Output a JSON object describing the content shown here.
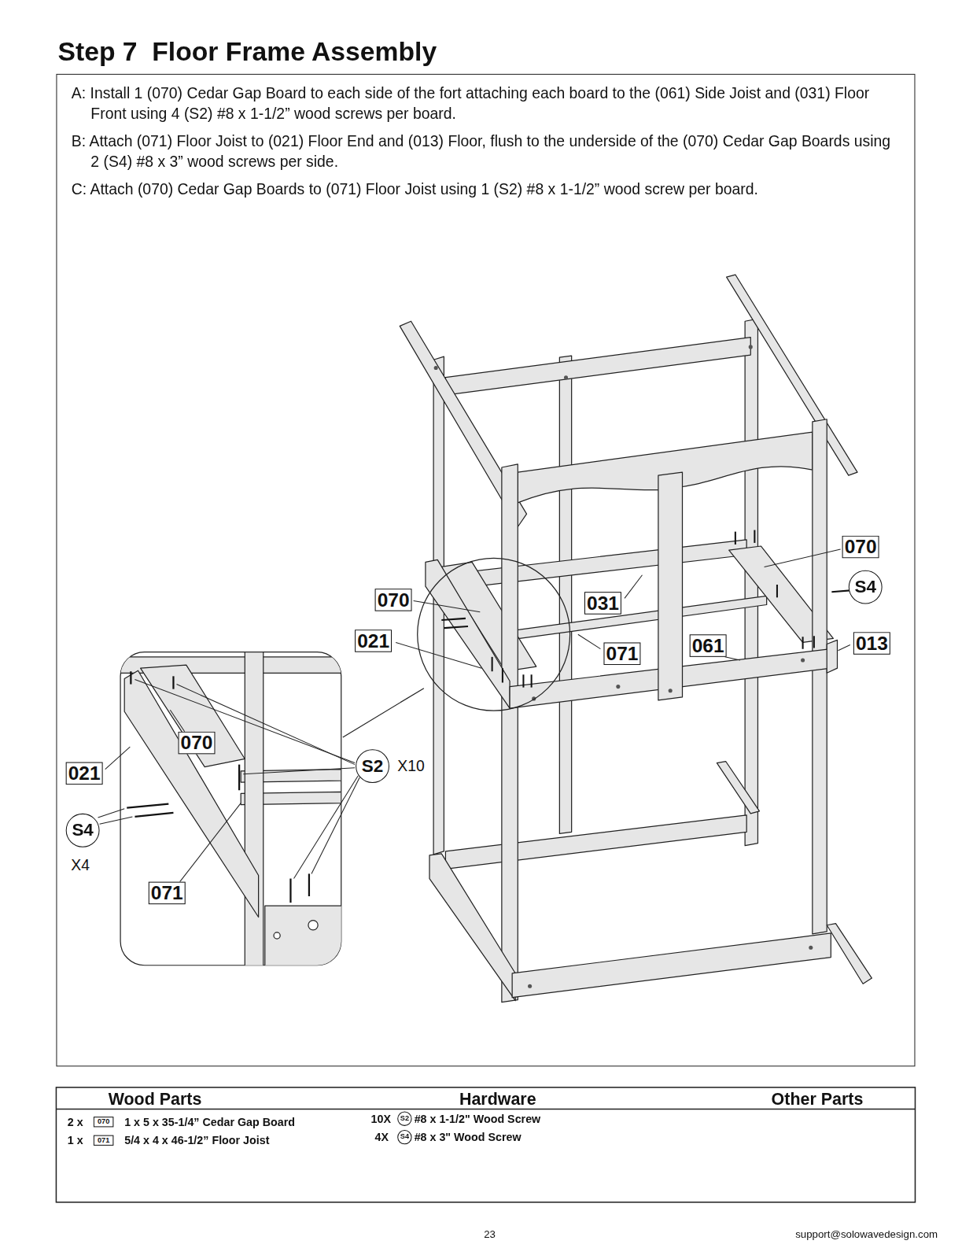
{
  "diagram": {
    "title": "Step 7  Floor Frame Assembly",
    "nodes": [
      {
        "text": [
          "A: Install 1 (070) Cedar Gap Board to each side of the fort attaching each board to the (061) Side Joist and (031) Floor Front using 4 (S2) #8 x 1-1/2” wood screws per board.",
          "B: Attach (071) Floor Joist to (021) Floor End and (013) Floor, flush to the underside of the (070) Cedar Gap Boards using 2 (S4) #8 x 3” wood screws per side.",
          "C: Attach (070) Cedar Gap Boards to (071) Floor Joist using 1 (S2) #8 x 1-1/2” wood screw per board."
        ]
      }
    ],
    "labels": [
      "070",
      "S4",
      "070",
      "031",
      "021",
      "061",
      "013",
      "071",
      "070",
      "S2",
      "X10",
      "021",
      "S4",
      "X4",
      "071",
      "Wood Parts",
      "Hardware",
      "Other Parts",
      "2 x",
      "070",
      "1 x 5 x 35-1/4” Cedar Gap Board",
      "1 x",
      "071",
      "5/4 x 4 x 46-1/2” Floor Joist",
      "10X",
      "S2",
      "#8 x 1-1/2\" Wood Screw",
      "4X",
      "S4",
      "#8 x 3\" Wood Screw",
      "23",
      "support@solowavedesign.com"
    ]
  }
}
